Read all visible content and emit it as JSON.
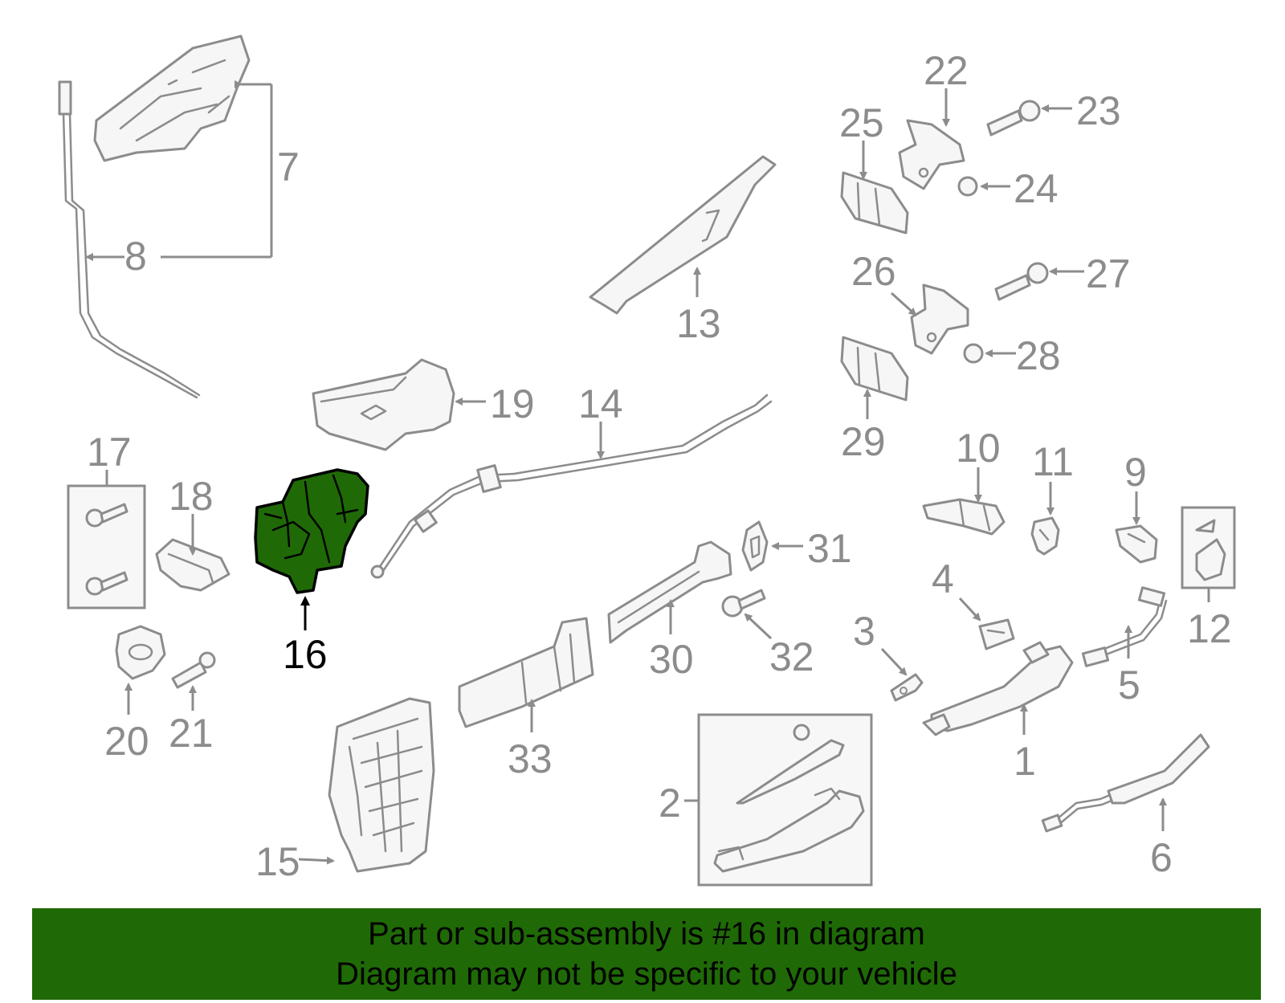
{
  "colors": {
    "line": "#8c8c8c",
    "highlight_fill": "#1f6a06",
    "highlight_stroke": "#000000",
    "banner_bg": "#1f6a06",
    "banner_text": "#000000"
  },
  "highlighted_part": "16",
  "labels": {
    "p1": "1",
    "p2": "2",
    "p3": "3",
    "p4": "4",
    "p5": "5",
    "p6": "6",
    "p7": "7",
    "p8": "8",
    "p9": "9",
    "p10": "10",
    "p11": "11",
    "p12": "12",
    "p13": "13",
    "p14": "14",
    "p15": "15",
    "p16": "16",
    "p17": "17",
    "p18": "18",
    "p19": "19",
    "p20": "20",
    "p21": "21",
    "p22": "22",
    "p23": "23",
    "p24": "24",
    "p25": "25",
    "p26": "26",
    "p27": "27",
    "p28": "28",
    "p29": "29",
    "p30": "30",
    "p31": "31",
    "p32": "32",
    "p33": "33"
  },
  "banner": {
    "line1": "Part or sub-assembly is #16 in diagram",
    "line2": "Diagram may not be specific to your vehicle"
  }
}
